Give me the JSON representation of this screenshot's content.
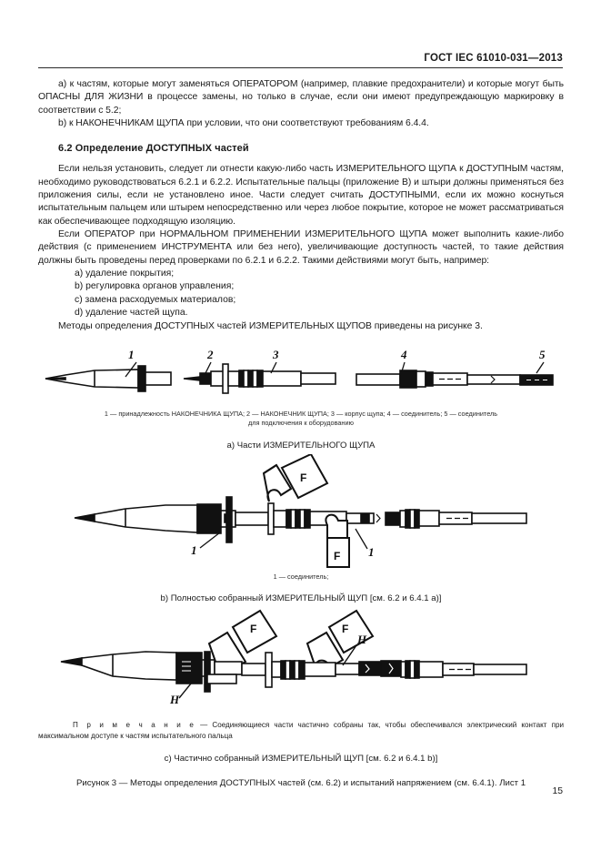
{
  "header": {
    "standard_title": "ГОСТ IEC 61010-031—2013"
  },
  "body": {
    "para_a": "а) к частям, которые могут заменяться ОПЕРАТОРОМ (например, плавкие предохранители) и которые могут быть ОПАСНЫ ДЛЯ ЖИЗНИ в процессе замены, но только в случае, если они имеют предупреждающую маркировку в соответствии с 5.2;",
    "para_b": "b) к НАКОНЕЧНИКАМ ЩУПА при условии, что они соответствуют требованиям 6.4.4.",
    "section_heading": "6.2 Определение ДОСТУПНЫХ частей",
    "para_1": "Если нельзя установить, следует ли отнести какую-либо часть ИЗМЕРИТЕЛЬНОГО ЩУПА к ДОСТУПНЫМ частям, необходимо руководствоваться 6.2.1 и 6.2.2. Испытательные пальцы (приложение В) и штыри должны применяться без приложения силы, если не установлено иное. Части следует считать ДОСТУПНЫМИ, если их можно коснуться испытательным пальцем или штырем непосредственно или через любое покрытие, которое не может рассматриваться как обеспечивающее подходящую изоляцию.",
    "para_2": "Если ОПЕРАТОР при НОРМАЛЬНОМ ПРИМЕНЕНИИ ИЗМЕРИТЕЛЬНОГО ЩУПА может выполнить какие-либо действия (с применением ИНСТРУМЕНТА или без него), увеличивающие доступность частей, то такие действия должны быть проведены перед проверками по 6.2.1 и 6.2.2. Такими действиями могут быть, например:",
    "list": [
      "а) удаление покрытия;",
      "b) регулировка органов управления;",
      "c) замена расходуемых материалов;",
      "d) удаление частей щупа."
    ],
    "para_3": "Методы определения ДОСТУПНЫХ частей ИЗМЕРИТЕЛЬНЫХ ЩУПОВ приведены на рисунке 3."
  },
  "figure_a": {
    "callouts": [
      "1",
      "2",
      "3",
      "4",
      "5"
    ],
    "legend_line1": "1 — принадлежность НАКОНЕЧНИКА ЩУПА; 2 — НАКОНЕЧНИК ЩУПА; 3 — корпус щупа; 4 — соединитель; 5 — соединитель",
    "legend_line2": "для подключения к оборудованию",
    "caption": "a) Части ИЗМЕРИТЕЛЬНОГО ЩУПА"
  },
  "figure_b": {
    "force_labels": [
      "F",
      "F"
    ],
    "callouts": [
      "1",
      "1"
    ],
    "legend": "1 — соединитель;",
    "caption": "b) Полностью собранный ИЗМЕРИТЕЛЬНЫЙ ЩУП [см. 6.2 и 6.4.1 a)]"
  },
  "figure_c": {
    "force_labels": [
      "F",
      "F"
    ],
    "callouts": [
      "H",
      "H"
    ],
    "note_label": "П р и м е ч а н и е",
    "note_text": " — Соединяющиеся части частично собраны так, чтобы обеспечивался электрический контакт при максимальном доступе к частям испытательного пальца",
    "caption": "c) Частично собранный ИЗМЕРИТЕЛЬНЫЙ ЩУП [см. 6.2 и 6.4.1 b)]"
  },
  "figure_title": "Рисунок 3 — Методы определения ДОСТУПНЫХ частей (см. 6.2) и испытаний напряжением (см. 6.4.1). Лист 1",
  "page_number": "15"
}
